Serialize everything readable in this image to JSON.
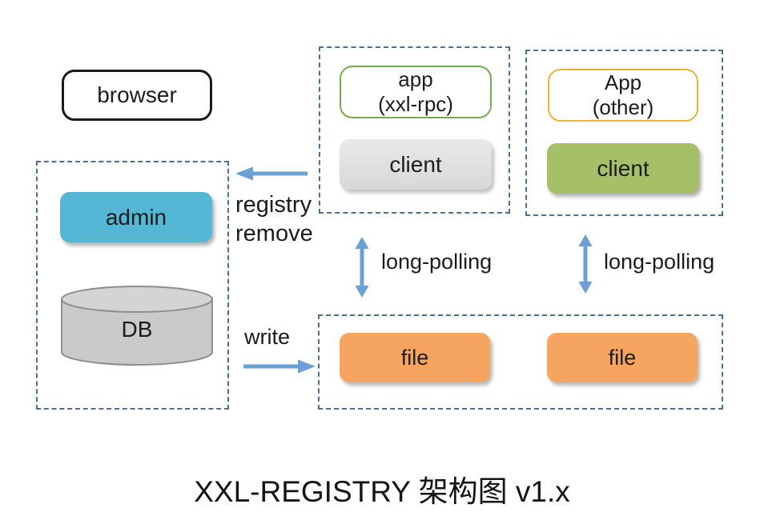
{
  "title": "XXL-REGISTRY 架构图 v1.x",
  "nodes": {
    "browser": {
      "label": "browser"
    },
    "admin": {
      "label": "admin"
    },
    "db": {
      "label": "DB"
    },
    "app1": {
      "line1": "app",
      "line2": "(xxl-rpc)"
    },
    "client1": {
      "label": "client"
    },
    "app2": {
      "line1": "App",
      "line2": "(other)"
    },
    "client2": {
      "label": "client"
    },
    "file1": {
      "label": "file"
    },
    "file2": {
      "label": "file"
    }
  },
  "edges": {
    "registry_remove": {
      "line1": "registry",
      "line2": "remove"
    },
    "long_polling_left": {
      "label": "long-polling"
    },
    "long_polling_right": {
      "label": "long-polling"
    },
    "write": {
      "label": "write"
    }
  },
  "colors": {
    "dashed_border": "#48719a",
    "arrow": "#6b9fd8",
    "admin_fill": "#53b7d5",
    "client_gray_fill": "#dcdcdc",
    "client_green_fill": "#a6c068",
    "file_fill": "#f5a55f",
    "app_rpc_border": "#72ad4a",
    "app_other_border": "#f2b237",
    "db_fill": "#cacaca",
    "browser_border": "#1a1a1a"
  }
}
